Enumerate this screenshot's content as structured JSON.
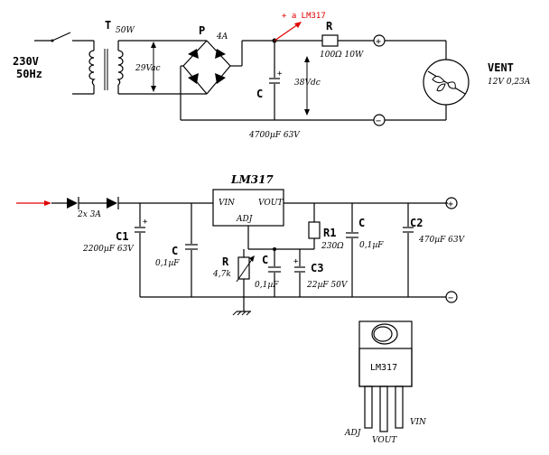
{
  "top_circuit": {
    "mains_voltage": "230V",
    "mains_freq": "50Hz",
    "transformer_label": "T",
    "transformer_power": "50W",
    "secondary_voltage": "29Vac",
    "bridge_label": "P",
    "bridge_current": "4A",
    "to_lm317": "+ a LM317",
    "resistor_label": "R",
    "resistor_value": "100Ω  10W",
    "capacitor_label": "C",
    "dc_voltage": "38Vdc",
    "capacitor_value": "4700µF  63V",
    "fan_label": "VENT",
    "fan_spec": "12V  0,23A"
  },
  "bottom_circuit": {
    "regulator_title": "LM317",
    "pin_vin": "VIN",
    "pin_vout": "VOUT",
    "pin_adj": "ADJ",
    "diodes_label": "2x  3A",
    "c1_label": "C1",
    "c1_value": "2200µF  63V",
    "c_left_label": "C",
    "c_left_value": "0,1µF",
    "pot_label": "R",
    "pot_value": "4,7k",
    "c_mid_label": "C",
    "c_mid_value": "0,1µF",
    "r1_label": "R1",
    "r1_value": "230Ω",
    "c3_label": "C3",
    "c3_value": "22µF  50V",
    "c_right_label": "C",
    "c_right_value": "0,1µF",
    "c2_label": "C2",
    "c2_value": "470µF  63V"
  },
  "package": {
    "body_text": "LM317",
    "pin_adj": "ADJ",
    "pin_vout": "VOUT",
    "pin_vin": "VIN"
  },
  "colors": {
    "input_arrow": "#e00000",
    "wire": "#000000"
  }
}
